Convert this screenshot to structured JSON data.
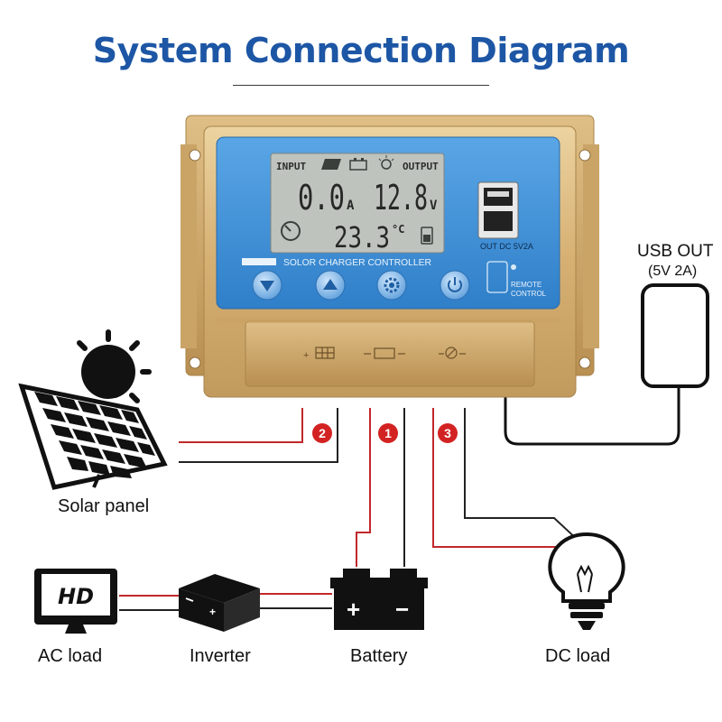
{
  "title": "System Connection Diagram",
  "controller": {
    "lcd": {
      "input_label": "INPUT",
      "output_label": "OUTPUT",
      "current": "0.0",
      "current_unit": "A",
      "voltage": "12.8",
      "voltage_unit": "V",
      "temperature": "23.3",
      "temp_unit": "°C"
    },
    "panel_label": "SOLOR CHARGER CONTROLLER",
    "usb_port_label": "OUT DC 5V2A",
    "remote_label_1": "REMOTE",
    "remote_label_2": "CONTROL",
    "buttons": [
      "down",
      "up",
      "settings",
      "power"
    ]
  },
  "connections": {
    "battery_num": "1",
    "solar_num": "2",
    "load_num": "3"
  },
  "labels": {
    "usb_out": "USB OUT",
    "usb_spec": "(5V 2A)",
    "solar": "Solar panel",
    "ac_load": "AC load",
    "inverter": "Inverter",
    "battery": "Battery",
    "dc_load": "DC load",
    "hd": "HD"
  },
  "colors": {
    "title": "#1d56a5",
    "wire_positive": "#c0282c",
    "wire_negative": "#222222",
    "controller_body": "#d9b57a",
    "controller_face": "#3d8fd6",
    "lcd": "#bfc3be",
    "number_badge": "#d32222"
  }
}
